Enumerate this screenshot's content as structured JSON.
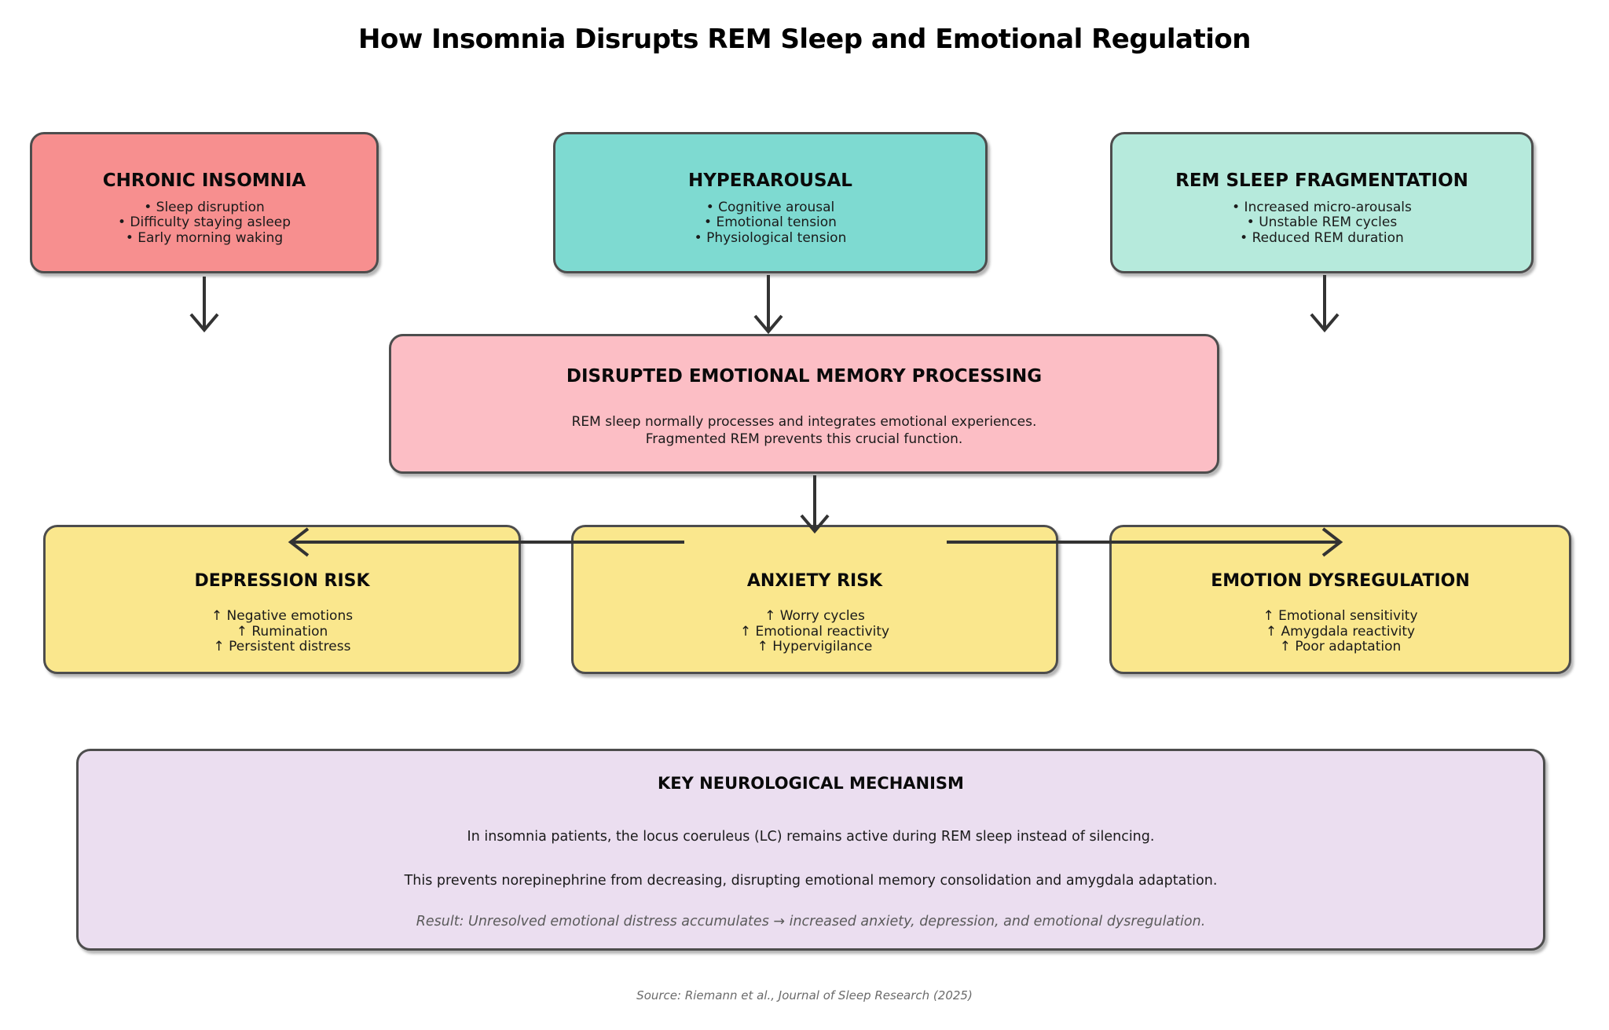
{
  "title": "How Insomnia Disrupts REM Sleep and Emotional Regulation",
  "top_boxes": [
    {
      "heading": "CHRONIC INSOMNIA",
      "items": [
        "• Sleep disruption",
        "• Difficulty staying asleep",
        "• Early morning waking"
      ]
    },
    {
      "heading": "HYPERAROUSAL",
      "items": [
        "• Cognitive arousal",
        "• Emotional tension",
        "• Physiological tension"
      ]
    },
    {
      "heading": "REM SLEEP FRAGMENTATION",
      "items": [
        "• Increased micro-arousals",
        "• Unstable REM cycles",
        "• Reduced REM duration"
      ]
    }
  ],
  "center_box": {
    "heading": "DISRUPTED EMOTIONAL MEMORY PROCESSING",
    "line1": "REM sleep normally processes and integrates emotional experiences.",
    "line2": "Fragmented REM prevents this crucial function."
  },
  "outcome_boxes": [
    {
      "heading": "DEPRESSION RISK",
      "items": [
        "↑ Negative emotions",
        "↑ Rumination",
        "↑ Persistent distress"
      ]
    },
    {
      "heading": "ANXIETY RISK",
      "items": [
        "↑ Worry cycles",
        "↑ Emotional reactivity",
        "↑ Hypervigilance"
      ]
    },
    {
      "heading": "EMOTION DYSREGULATION",
      "items": [
        "↑ Emotional sensitivity",
        "↑ Amygdala reactivity",
        "↑ Poor adaptation"
      ]
    }
  ],
  "mechanism_box": {
    "heading": "KEY NEUROLOGICAL MECHANISM",
    "line1": "In insomnia patients, the locus coeruleus (LC) remains active during REM sleep instead of silencing.",
    "line2": "This prevents norepinephrine from decreasing, disrupting emotional memory consolidation and amygdala adaptation.",
    "result": "Result: Unresolved emotional distress accumulates → increased anxiety, depression, and emotional dysregulation."
  },
  "source": "Source: Riemann et al., Journal of Sleep Research (2025)",
  "colors": {
    "chronic_insomnia_fill": "#F78F8F",
    "hyperarousal_fill": "#7EDAD1",
    "rem_fragmentation_fill": "#B6EADC",
    "processing_fill": "#FCBEC5",
    "outcome_fill": "#FAE78D",
    "mechanism_fill": "#EBDEF0",
    "box_border": "#4D4D4D",
    "arrow": "#333333"
  }
}
